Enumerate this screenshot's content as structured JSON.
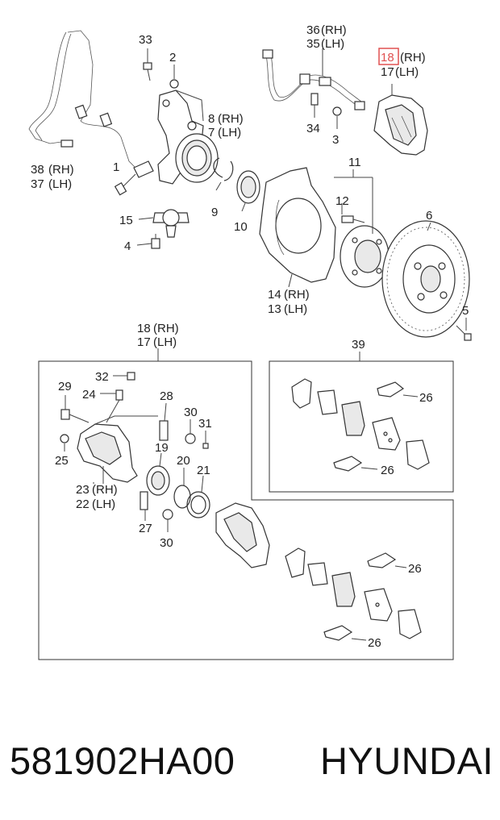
{
  "callouts": {
    "c38": "38",
    "c37": "37",
    "c1": "1",
    "c33": "33",
    "c2": "2",
    "c8": "8",
    "c7": "7",
    "c9": "9",
    "c10": "10",
    "c15": "15",
    "c4": "4",
    "c36": "36",
    "c35": "35",
    "c34": "34",
    "c3": "3",
    "c18": "18",
    "c17": "17",
    "c11": "11",
    "c12": "12",
    "c6": "6",
    "c14": "14",
    "c13": "13",
    "c5": "5",
    "c18b": "18",
    "c17b": "17",
    "c39": "39",
    "c32": "32",
    "c29": "29",
    "c24": "24",
    "c28": "28",
    "c30": "30",
    "c31": "31",
    "c25": "25",
    "c19": "19",
    "c20": "20",
    "c21": "21",
    "c23": "23",
    "c22": "22",
    "c27": "27",
    "c30b": "30",
    "c26a": "26",
    "c26b": "26",
    "c26c": "26",
    "c26d": "26"
  },
  "sides": {
    "rh": "(RH)",
    "lh": "(LH)"
  },
  "highlight_color": "#e05050",
  "caption": {
    "part_number": "581902HA00",
    "brand": "HYUNDAI"
  }
}
